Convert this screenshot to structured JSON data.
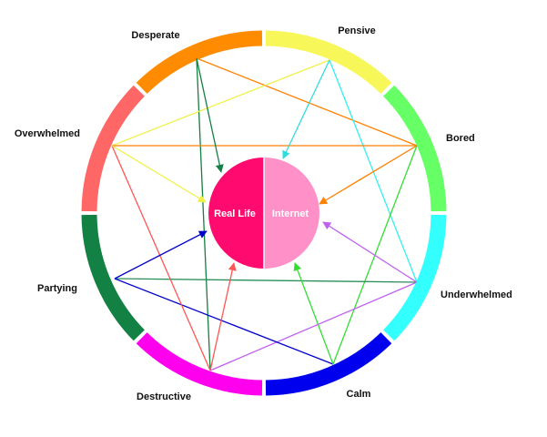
{
  "segments": [
    {
      "id": "pensive",
      "label": "Pensive",
      "color": "#f7f75a"
    },
    {
      "id": "bored",
      "label": "Bored",
      "color": "#66ff66"
    },
    {
      "id": "underwhelmed",
      "label": "Underwhelmed",
      "color": "#33ffff"
    },
    {
      "id": "calm",
      "label": "Calm",
      "color": "#0000ee"
    },
    {
      "id": "destructive",
      "label": "Destructive",
      "color": "#ff00ee"
    },
    {
      "id": "partying",
      "label": "Partying",
      "color": "#138044"
    },
    {
      "id": "overwhelmed",
      "label": "Overwhelmed",
      "color": "#ff6666"
    },
    {
      "id": "desperate",
      "label": "Desperate",
      "color": "#ff8c00"
    }
  ],
  "center": {
    "left_label": "Real Life",
    "right_label": "Internet",
    "left_color": "#ff0a6e",
    "right_color": "#ff90c8"
  },
  "connections": [
    {
      "from": "desperate",
      "to": "destructive",
      "color": "#13803e"
    },
    {
      "from": "desperate",
      "to": "bored",
      "color": "#ff8000"
    },
    {
      "from": "pensive",
      "to": "underwhelmed",
      "color": "#33f0f0"
    },
    {
      "from": "pensive",
      "to": "overwhelmed",
      "color": "#f0f04a"
    },
    {
      "from": "bored",
      "to": "overwhelmed",
      "color": "#ff8000"
    },
    {
      "from": "bored",
      "to": "calm",
      "color": "#33dd33"
    },
    {
      "from": "underwhelmed",
      "to": "partying",
      "color": "#2a8f5a"
    },
    {
      "from": "underwhelmed",
      "to": "destructive",
      "color": "#c060f0"
    },
    {
      "from": "calm",
      "to": "partying",
      "color": "#0000cc"
    },
    {
      "from": "destructive",
      "to": "overwhelmed",
      "color": "#ff5555"
    }
  ],
  "arrows": [
    {
      "from": "desperate",
      "to": "real_life",
      "color": "#138044"
    },
    {
      "from": "pensive",
      "to": "internet",
      "color": "#33dddd"
    },
    {
      "from": "bored",
      "to": "internet",
      "color": "#ff8000"
    },
    {
      "from": "underwhelmed",
      "to": "internet",
      "color": "#c060f0"
    },
    {
      "from": "calm",
      "to": "internet",
      "color": "#33dd33"
    },
    {
      "from": "destructive",
      "to": "real_life",
      "color": "#ff5555"
    },
    {
      "from": "partying",
      "to": "real_life",
      "color": "#0000cc"
    },
    {
      "from": "overwhelmed",
      "to": "real_life",
      "color": "#f0f04a"
    }
  ]
}
